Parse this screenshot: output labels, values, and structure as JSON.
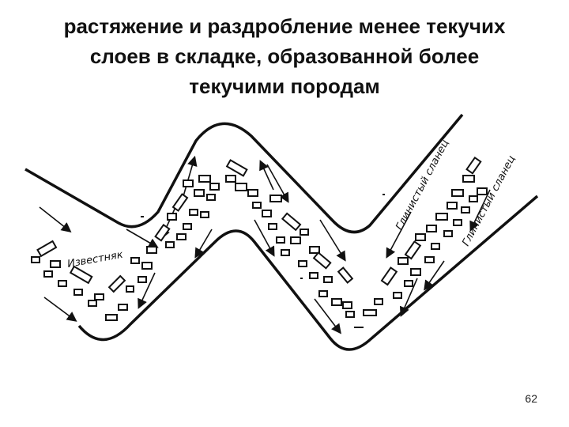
{
  "slide": {
    "title_lines": [
      "растяжение и раздробление менее текучих",
      "слоев в складке, образованной более",
      "текучими породам"
    ],
    "page_number": "62"
  },
  "diagram": {
    "labels": {
      "limestone": "Известняк",
      "shale_1": "Глинистый сланец",
      "shale_2": "Глинистый сланец"
    },
    "colors": {
      "ink": "#111111",
      "background": "#ffffff"
    }
  }
}
